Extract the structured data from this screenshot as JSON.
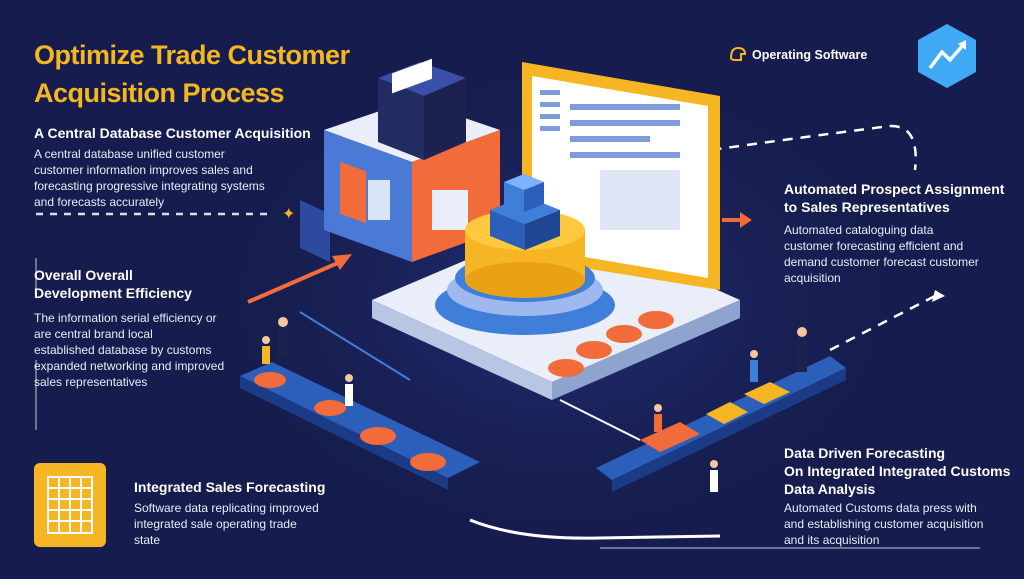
{
  "title": {
    "line1": "Optimize Trade Customer",
    "line2": "Acquisition Process"
  },
  "header": {
    "operating_software_label": "Operating Software"
  },
  "sections": {
    "central_database": {
      "heading": "A Central Database Customer Acquisition",
      "body": [
        "A central database unified customer",
        "customer information improves sales and",
        "forecasting progressive integrating systems",
        "and forecasts accurately"
      ]
    },
    "overall_development": {
      "heading": [
        "Overall Overall",
        "Development Efficiency"
      ],
      "body": [
        "The information serial efficiency or",
        "are central brand local",
        "established database by customs",
        "expanded networking and improved",
        "sales representatives"
      ]
    },
    "integrated_sales": {
      "heading": "Integrated Sales Forecasting",
      "body": [
        "Software data replicating improved",
        "integrated sale operating trade",
        "state"
      ]
    },
    "automated_prospect": {
      "heading": [
        "Automated Prospect Assignment",
        "to Sales Representatives"
      ],
      "body": [
        "Automated cataloguing data",
        "customer forecasting efficient and",
        "demand customer forecast customer",
        "acquisition"
      ]
    },
    "data_driven": {
      "heading": [
        "Data Driven Forecasting",
        "On Integrated Integrated Customs",
        "Data Analysis"
      ],
      "body": [
        "Automated Customs data press with",
        "and establishing customer acquisition",
        "and its acquisition"
      ]
    }
  },
  "colors": {
    "background": "#161d4e",
    "title": "#f5b71f",
    "accent_orange": "#f26b3a",
    "accent_blue": "#3f7fd9",
    "panel_yellow": "#f6b624"
  },
  "icons": [
    "operating-software-icon",
    "app-logo-icon",
    "grid-table-icon",
    "database-server-icon"
  ]
}
